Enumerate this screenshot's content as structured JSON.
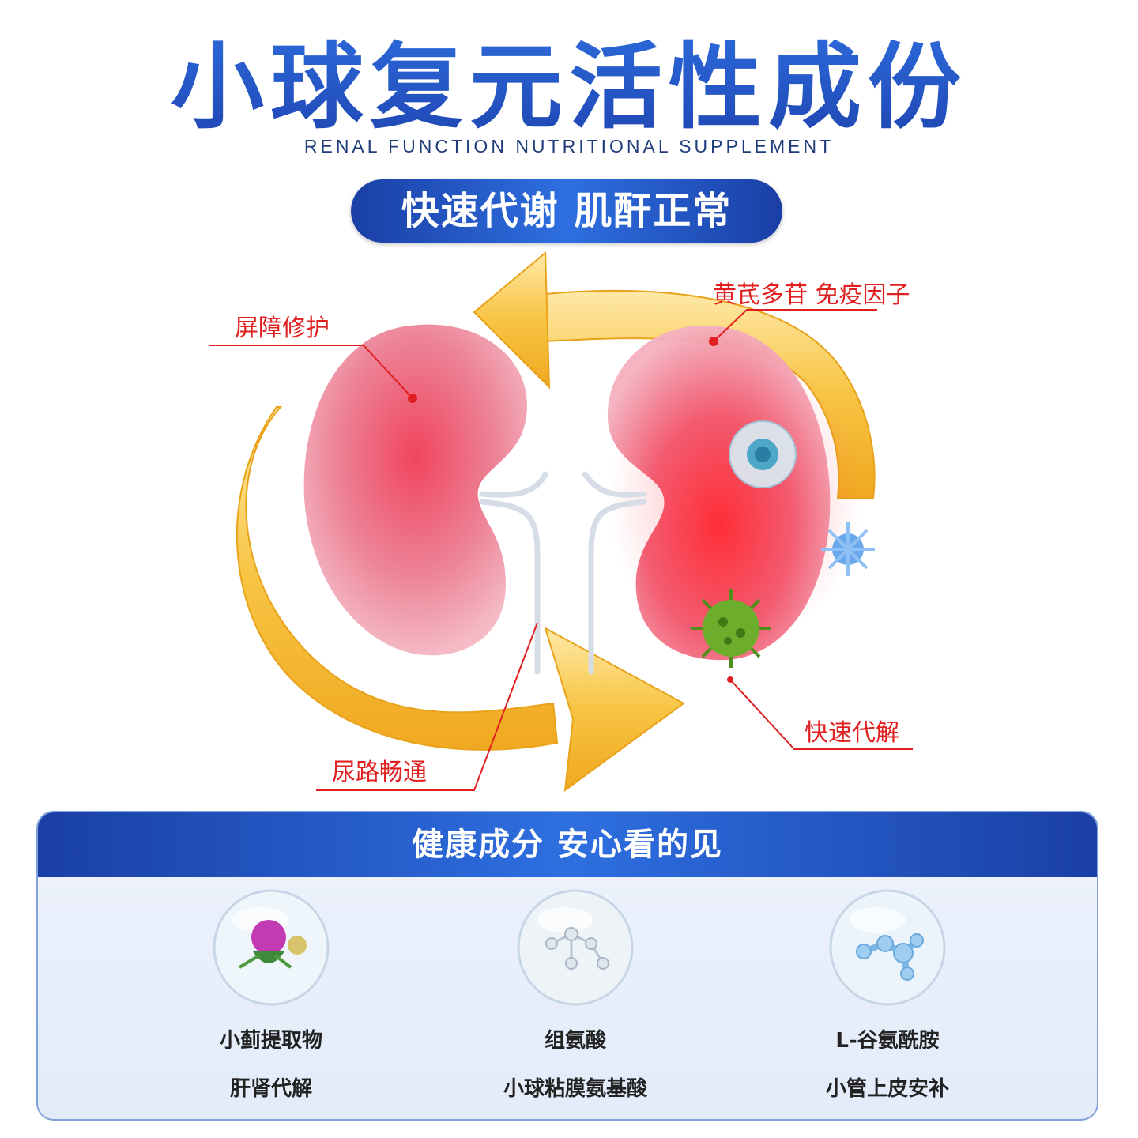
{
  "header": {
    "title": "小球复元活性成份",
    "subtitle": "RENAL FUNCTION NUTRITIONAL SUPPLEMENT",
    "pill": "快速代谢 肌酐正常"
  },
  "callouts": {
    "barrier": "屏障修护",
    "immunity": "黄芪多苷 免疫因子",
    "urinary": "尿路畅通",
    "metabolism": "快速代解"
  },
  "panel": {
    "title": "健康成分 安心看的见",
    "ingredients": [
      {
        "name": "小蓟提取物",
        "desc": "肝肾代解",
        "icon": "thistle-flower-icon"
      },
      {
        "name": "组氨酸",
        "desc": "小球粘膜氨基酸",
        "icon": "molecule-icon"
      },
      {
        "name": "L-谷氨酰胺",
        "desc": "小管上皮安补",
        "icon": "molecule-blue-icon"
      }
    ]
  },
  "colors": {
    "brand_blue": "#2358c6",
    "callout_red": "#e02020",
    "arrow_gold": "#f4b82e",
    "kidney_pink": "#e8768c"
  }
}
